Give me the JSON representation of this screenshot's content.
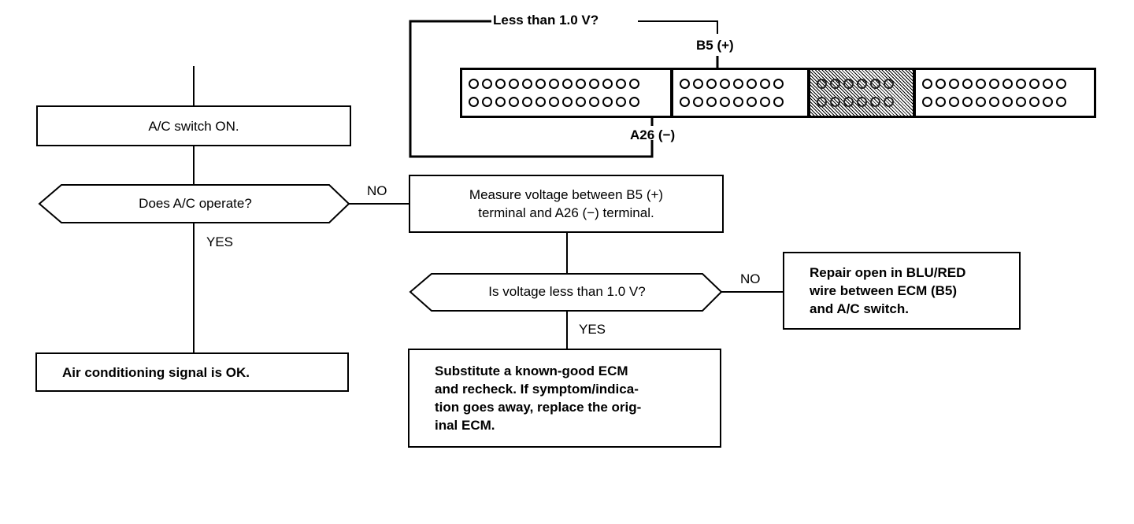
{
  "diagram": {
    "top_label": "Less than 1.0 V?",
    "connector": {
      "b5_label": "B5 (+)",
      "a26_label": "A26 (−)",
      "sections": [
        {
          "name": "section-1",
          "pins_per_row": 13,
          "shaded": false
        },
        {
          "name": "section-2",
          "pins_per_row": 8,
          "shaded": false
        },
        {
          "name": "section-3",
          "pins_per_row": 6,
          "shaded": true
        },
        {
          "name": "section-4",
          "pins_per_row": 11,
          "shaded": false
        }
      ]
    },
    "steps": {
      "ac_switch_on": "A/C switch ON.",
      "does_ac_operate": "Does A/C operate?",
      "ac_signal_ok": "Air conditioning signal is OK.",
      "measure_voltage": "Measure voltage between B5 (+)\nterminal and A26 (−) terminal.",
      "voltage_less": "Is voltage less than 1.0 V?",
      "repair_open": "Repair open in BLU/RED\nwire between ECM (B5)\nand A/C switch.",
      "substitute_ecm": "Substitute a known-good ECM\nand recheck. If symptom/indica-\ntion goes away, replace the orig-\ninal ECM."
    },
    "branch_labels": {
      "no_1": "NO",
      "yes_1": "YES",
      "no_2": "NO",
      "yes_2": "YES"
    }
  }
}
